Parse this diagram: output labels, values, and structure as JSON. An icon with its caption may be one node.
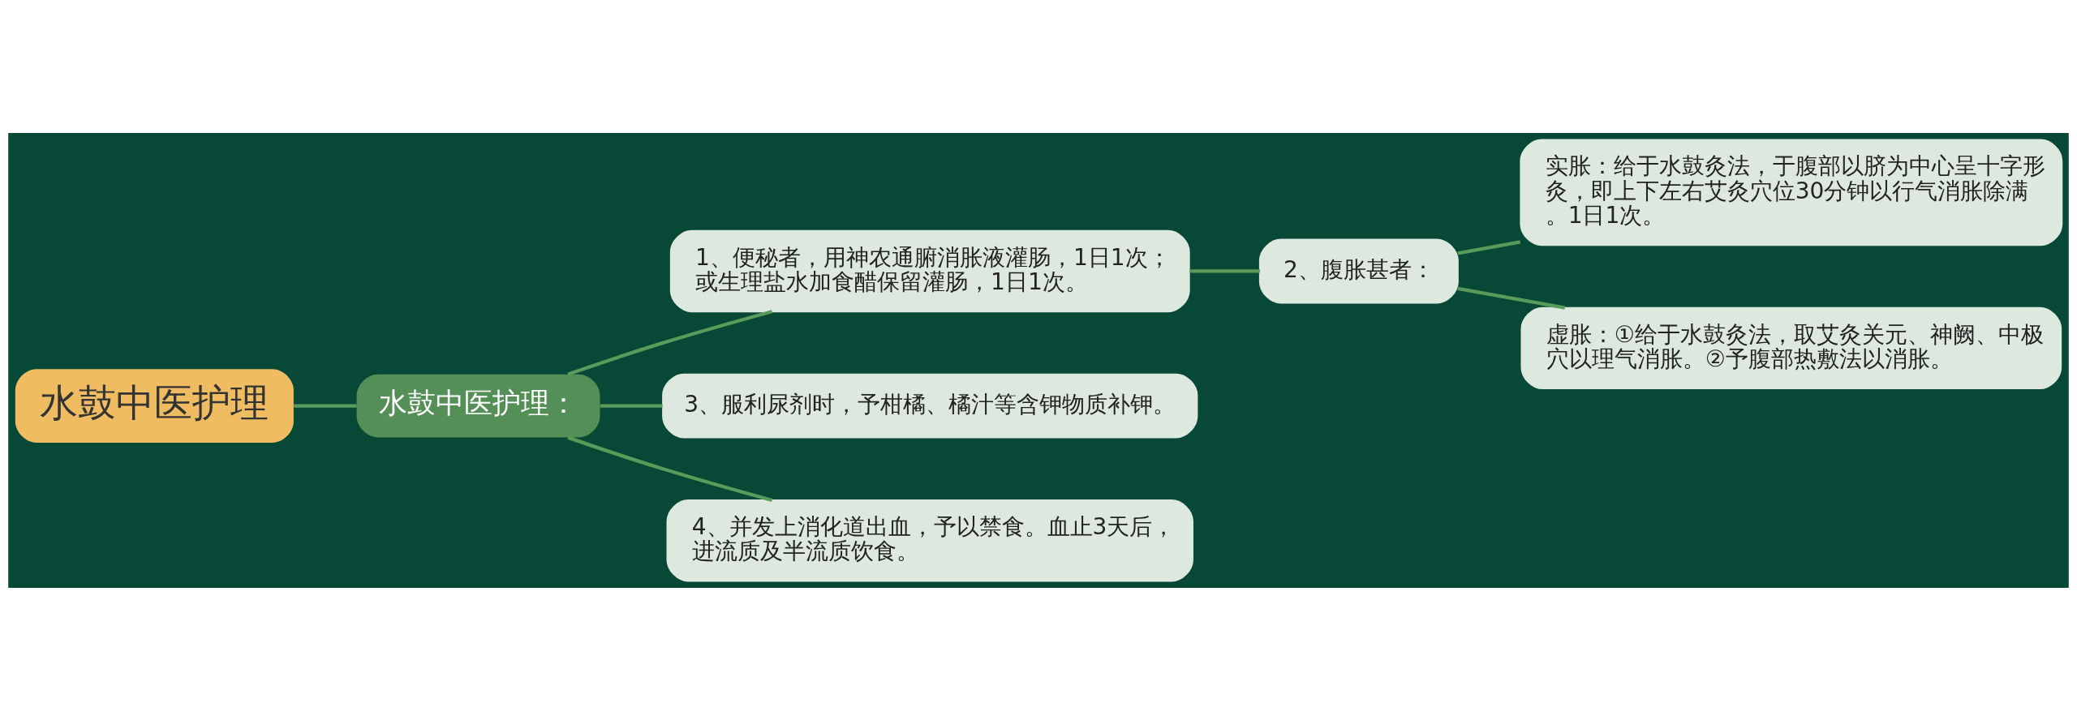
{
  "diagram": {
    "nodes": [
      {
        "text": [
          "水鼓中医护理"
        ]
      },
      {
        "text": [
          "水鼓中医护理："
        ]
      },
      {
        "text": [
          "1、便秘者，用神农通腑消胀液灌肠，1日1次；或生理盐水加食醋保留灌肠，1日1次。"
        ]
      },
      {
        "text": [
          "2、腹胀甚者："
        ]
      },
      {
        "text": [
          "实胀：给于水鼓灸法，于腹部以脐为中心呈十字形灸，即上下左右艾灸穴位30分钟以行气消胀除满。1日1次。"
        ]
      },
      {
        "text": [
          "虚胀：①给于水鼓灸法，取艾灸关元、神阙、中极穴以理气消胀。②予腹部热敷法以消胀。"
        ]
      },
      {
        "text": [
          "3、服利尿剂时，予柑橘、橘汁等含钾物质补钾。"
        ]
      },
      {
        "text": [
          "4、并发上消化道出血，予以禁食。血止3天后，进流质及半流质饮食。"
        ]
      }
    ],
    "edges": [
      {
        "from": 0,
        "to": 1,
        "arrow": "none"
      },
      {
        "from": 1,
        "to": 2,
        "arrow": "none"
      },
      {
        "from": 2,
        "to": 3,
        "arrow": "none"
      },
      {
        "from": 3,
        "to": 4,
        "arrow": "none"
      },
      {
        "from": 3,
        "to": 5,
        "arrow": "none"
      },
      {
        "from": 1,
        "to": 6,
        "arrow": "none"
      },
      {
        "from": 1,
        "to": 7,
        "arrow": "none"
      }
    ]
  }
}
